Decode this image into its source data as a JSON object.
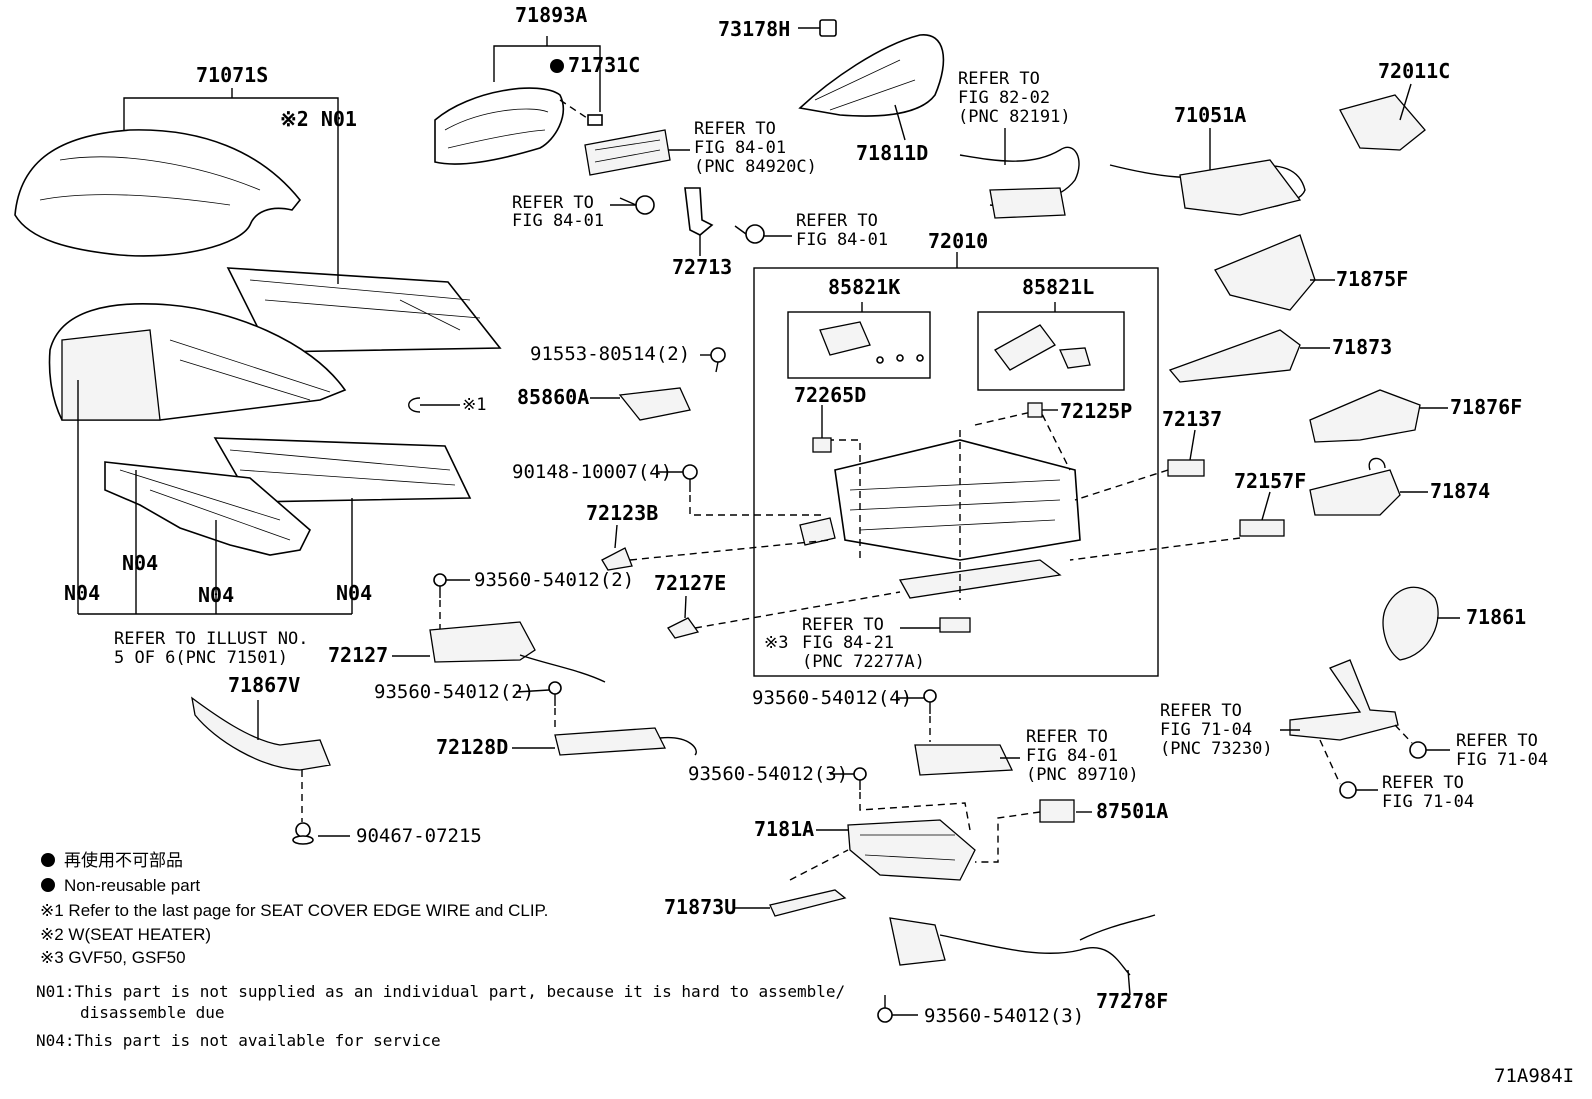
{
  "parts": {
    "p71071S": "71071S",
    "n01": "※2 N01",
    "p71893A": "71893A",
    "p71731C": "71731C",
    "p73178H": "73178H",
    "p71811D": "71811D",
    "p72011C": "72011C",
    "p71051A": "71051A",
    "p72713": "72713",
    "p72010": "72010",
    "p85821K": "85821K",
    "p85821L": "85821L",
    "p71875F": "71875F",
    "p71873": "71873",
    "p91553": "91553-80514(2)",
    "p85860A": "85860A",
    "p72265D": "72265D",
    "p72125P": "72125P",
    "p72137": "72137",
    "p71876F": "71876F",
    "p90148": "90148-10007(4)",
    "p72157F": "72157F",
    "p71874": "71874",
    "p72123B": "72123B",
    "n04a": "N04",
    "n04b": "N04",
    "n04c": "N04",
    "n04d": "N04",
    "p93560a": "93560-54012(2)",
    "p72127E": "72127E",
    "p72127": "72127",
    "p71861": "71861",
    "p71867V": "71867V",
    "p93560b": "93560-54012(2)",
    "p93560c": "93560-54012(4)",
    "p72128D": "72128D",
    "p93560d": "93560-54012(3)",
    "p7181A": "7181A",
    "p87501A": "87501A",
    "p90467": "90467-07215",
    "p71873U": "71873U",
    "p77278F": "77278F",
    "p93560e": "93560-54012(3)"
  },
  "refs": {
    "r1": [
      "REFER TO",
      "FIG 84-01",
      "(PNC 84920C)"
    ],
    "r2": [
      "REFER TO",
      "FIG 84-01"
    ],
    "r3": [
      "REFER TO",
      "FIG 84-01"
    ],
    "r4": [
      "REFER TO",
      "FIG 82-02",
      "(PNC 82191)"
    ],
    "r5": [
      "REFER TO ILLUST NO.",
      "5 OF 6(PNC 71501)"
    ],
    "r6": [
      "REFER TO",
      "FIG 84-21",
      "(PNC 72277A)"
    ],
    "r6mark": "※3",
    "r7": [
      "REFER TO",
      "FIG 71-04",
      "(PNC 73230)"
    ],
    "r8": [
      "REFER TO",
      "FIG 71-04"
    ],
    "r9": [
      "REFER TO",
      "FIG 71-04"
    ],
    "r10": [
      "REFER TO",
      "FIG 84-01",
      "(PNC 89710)"
    ],
    "clipmark": "※1"
  },
  "legend": {
    "jp": "再使用不可部品",
    "en": "Non-reusable part",
    "note1": "※1 Refer to the last page for SEAT COVER EDGE WIRE and CLIP.",
    "note2": "※2 W(SEAT HEATER)",
    "note3": "※3 GVF50, GSF50",
    "n01a": "N01:This part is not supplied as an individual part, because it is hard to assemble/",
    "n01b": "disassemble due",
    "n04": "N04:This part is not available for service"
  },
  "figure_id": "71A984I"
}
